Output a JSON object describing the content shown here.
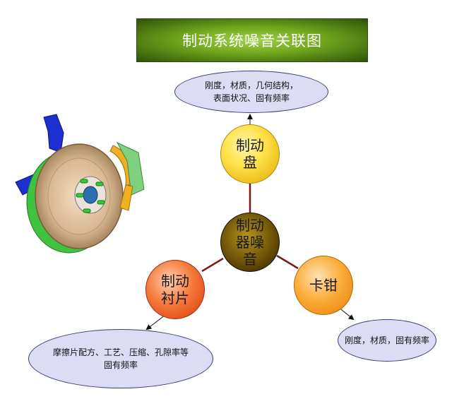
{
  "title": "制动系统噪音关联图",
  "center_node": {
    "lines": [
      "制动",
      "器噪",
      "音"
    ]
  },
  "components": {
    "disc": {
      "label_lines": [
        "制动",
        "盘"
      ],
      "factors_lines": [
        "刚度，材质，几何结构，",
        "表面状况、固有频率"
      ]
    },
    "lining": {
      "label_lines": [
        "制动",
        "衬片"
      ],
      "factors_lines": [
        "摩擦片配方、工艺、压缩、孔隙率等",
        "固有频率"
      ]
    },
    "caliper": {
      "label_lines": [
        "卡钳"
      ],
      "factors_lines": [
        "刚度，材质，固有频率"
      ]
    }
  },
  "colors": {
    "title_bg": "#6fa51c",
    "ellipse_fill": "#dcdcf4",
    "connector": "#7a1a1a",
    "disc_node": "#ffe24a",
    "center_node": "#6d5208",
    "lining_node": "#f57a3a",
    "caliper_node": "#fbad3a"
  },
  "illustration": {
    "icon": "brake-assembly-icon"
  }
}
